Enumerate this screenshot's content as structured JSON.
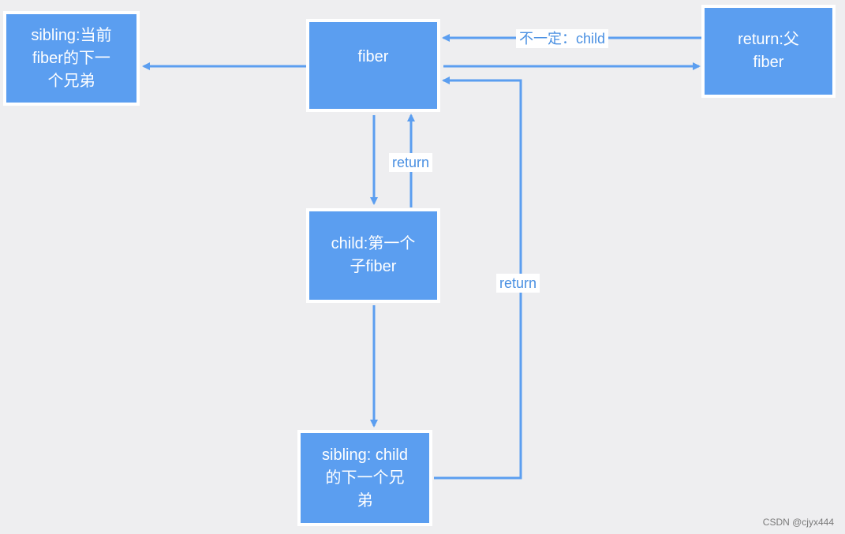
{
  "diagram": {
    "nodes": {
      "fiber": "fiber",
      "parent": "return:父\nfiber",
      "sibling": "sibling:当前\nfiber的下一\n个兄弟",
      "child": "child:第一个\n子fiber",
      "child_sibling": "sibling: child\n的下一个兄\n弟"
    },
    "edge_labels": {
      "parent_to_fiber": "不一定：child",
      "child_to_fiber": "return",
      "child_sibling_to_fiber": "return"
    },
    "colors": {
      "node_fill": "#5b9ef0",
      "edge": "#5b9ef0",
      "background": "#eeeef0"
    }
  },
  "watermark": "CSDN @cjyx444"
}
